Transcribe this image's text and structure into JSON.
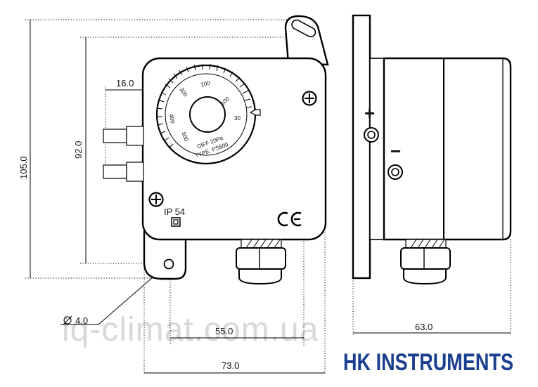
{
  "dimensions": {
    "height_total": "105.0",
    "height_ports": "92.0",
    "port_depth": "16.0",
    "hole_diameter": "4.0",
    "hole_spacing": "55.0",
    "width_total": "73.0",
    "side_depth": "63.0"
  },
  "dial": {
    "scale_labels": [
      "300",
      "200",
      "100",
      "30",
      "400",
      "500"
    ],
    "text_line1": "DIFF 20Pa",
    "text_line2": "TYPE: PS500"
  },
  "labels": {
    "ip_rating": "IP 54",
    "ce_mark": "CE",
    "plus": "+",
    "minus": "−"
  },
  "watermark": "iq-climat.com.ua",
  "brand": "HK INSTRUMENTS"
}
